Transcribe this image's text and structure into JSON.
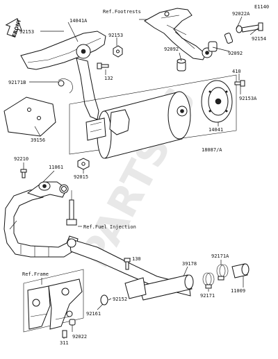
{
  "diagram_code": "E1140",
  "front_label": "FRONT",
  "watermark": "PARTSSS",
  "refs": {
    "footrests": "Ref.Footrests",
    "fuel_injection": "Ref.Fuel Injection",
    "frame": "Ref.Frame"
  },
  "parts": {
    "p92153_top": "92153",
    "p14041A": "14041A",
    "p92153_mid": "92153",
    "p92171B": "92171B",
    "p132": "132",
    "p92022A": "92022A",
    "p92154": "92154",
    "p92092_left": "92092",
    "p92092_right": "92092",
    "p410": "410",
    "p92153A": "92153A",
    "p39156": "39156",
    "p14041": "14041",
    "p18087A": "18087/A",
    "p92210": "92210",
    "p11061": "11061",
    "p92015": "92015",
    "p130": "130",
    "p39178": "39178",
    "p92171A": "92171A",
    "p11009": "11009",
    "p92171": "92171",
    "p92152": "92152",
    "p92161": "92161",
    "p311": "311",
    "p92022": "92022"
  }
}
